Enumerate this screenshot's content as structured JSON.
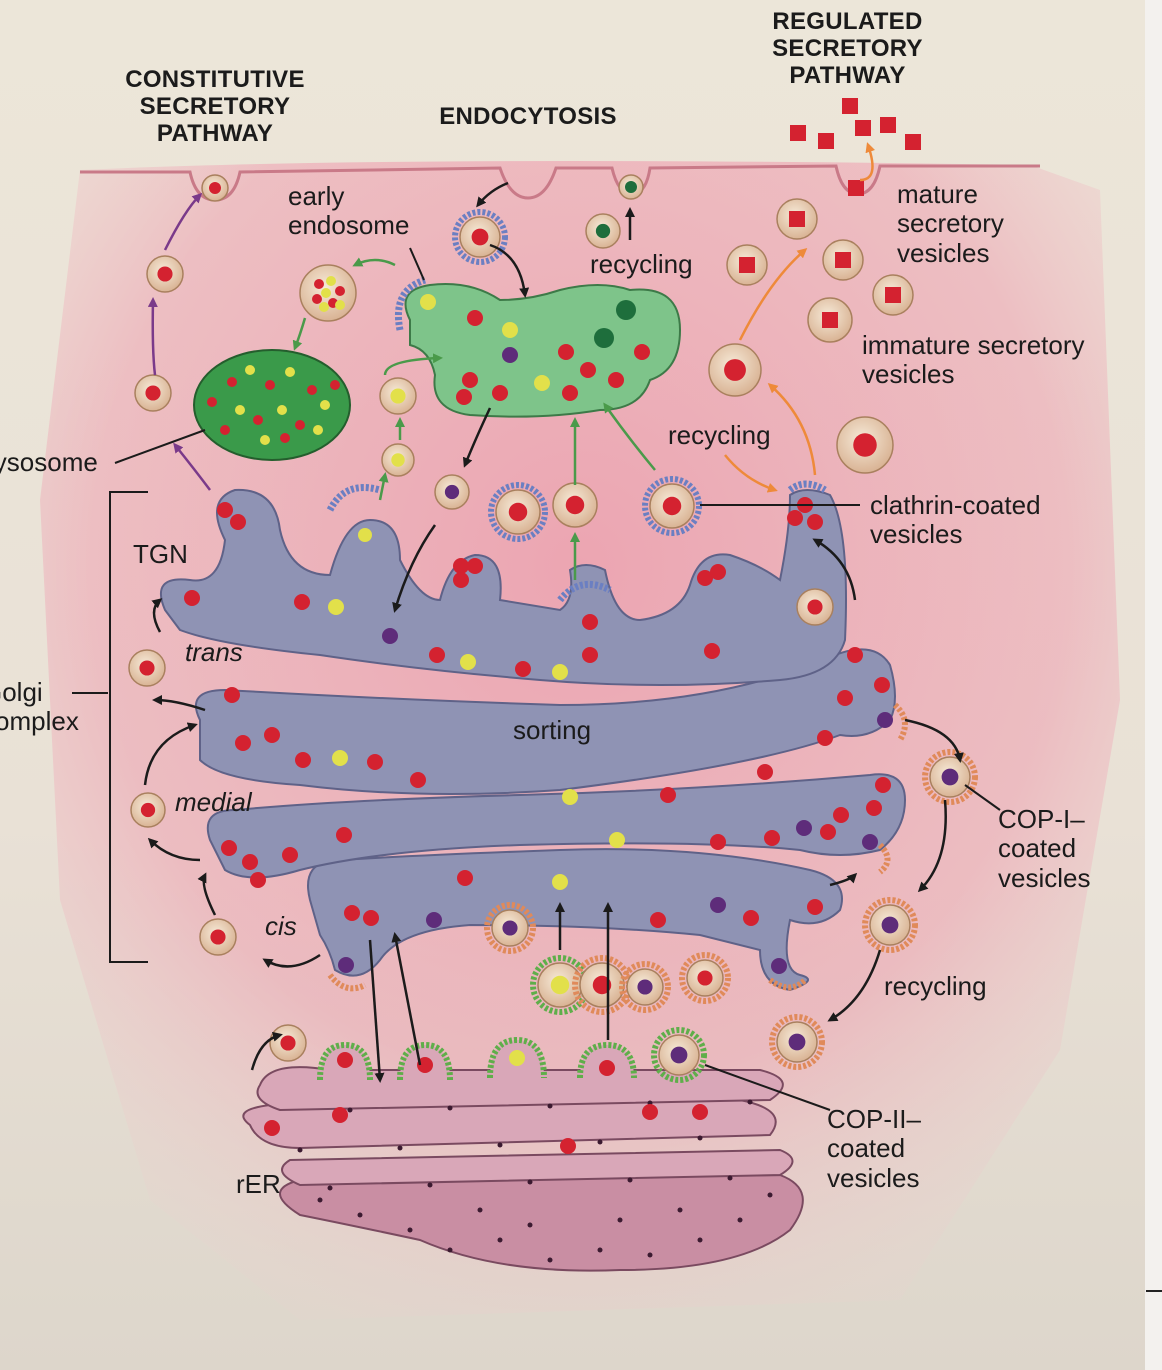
{
  "colors": {
    "cytoplasm": "#ec9aab",
    "golgi": "#8f93b4",
    "endosome": "#7ec48a",
    "lysosome": "#3a9a4a",
    "rer": "#c98ea3",
    "cargo_red": "#d42230",
    "cargo_yellow": "#e2e04a",
    "cargo_purple": "#5e2c7a",
    "cargo_green": "#1e6e3c",
    "clathrin_coat": "#6b7fc2",
    "cop1_coat": "#e08a5a",
    "cop2_coat": "#5fae4a"
  },
  "labels": {
    "constitutive": "CONSTITUTIVE\nSECRETORY\nPATHWAY",
    "endocytosis": "ENDOCYTOSIS",
    "regulated": "REGULATED\nSECRETORY\nPATHWAY",
    "early_endosome": "early\nendosome",
    "recycling_top": "recycling",
    "mature_vesicles": "mature\nsecretory\nvesicles",
    "immature_vesicles": "immature secretory\nvesicles",
    "lysosome": "lysosome",
    "recycling_mid": "recycling",
    "clathrin": "clathrin-coated\nvesicles",
    "tgn": "TGN",
    "trans": "trans",
    "golgi_complex": "Golgi\ncomplex",
    "sorting": "sorting",
    "medial": "medial",
    "cop1": "COP-I–\ncoated\nvesicles",
    "cis": "cis",
    "recycling_low": "recycling",
    "cop2": "COP-II–\ncoated\nvesicles",
    "rer": "rER"
  }
}
